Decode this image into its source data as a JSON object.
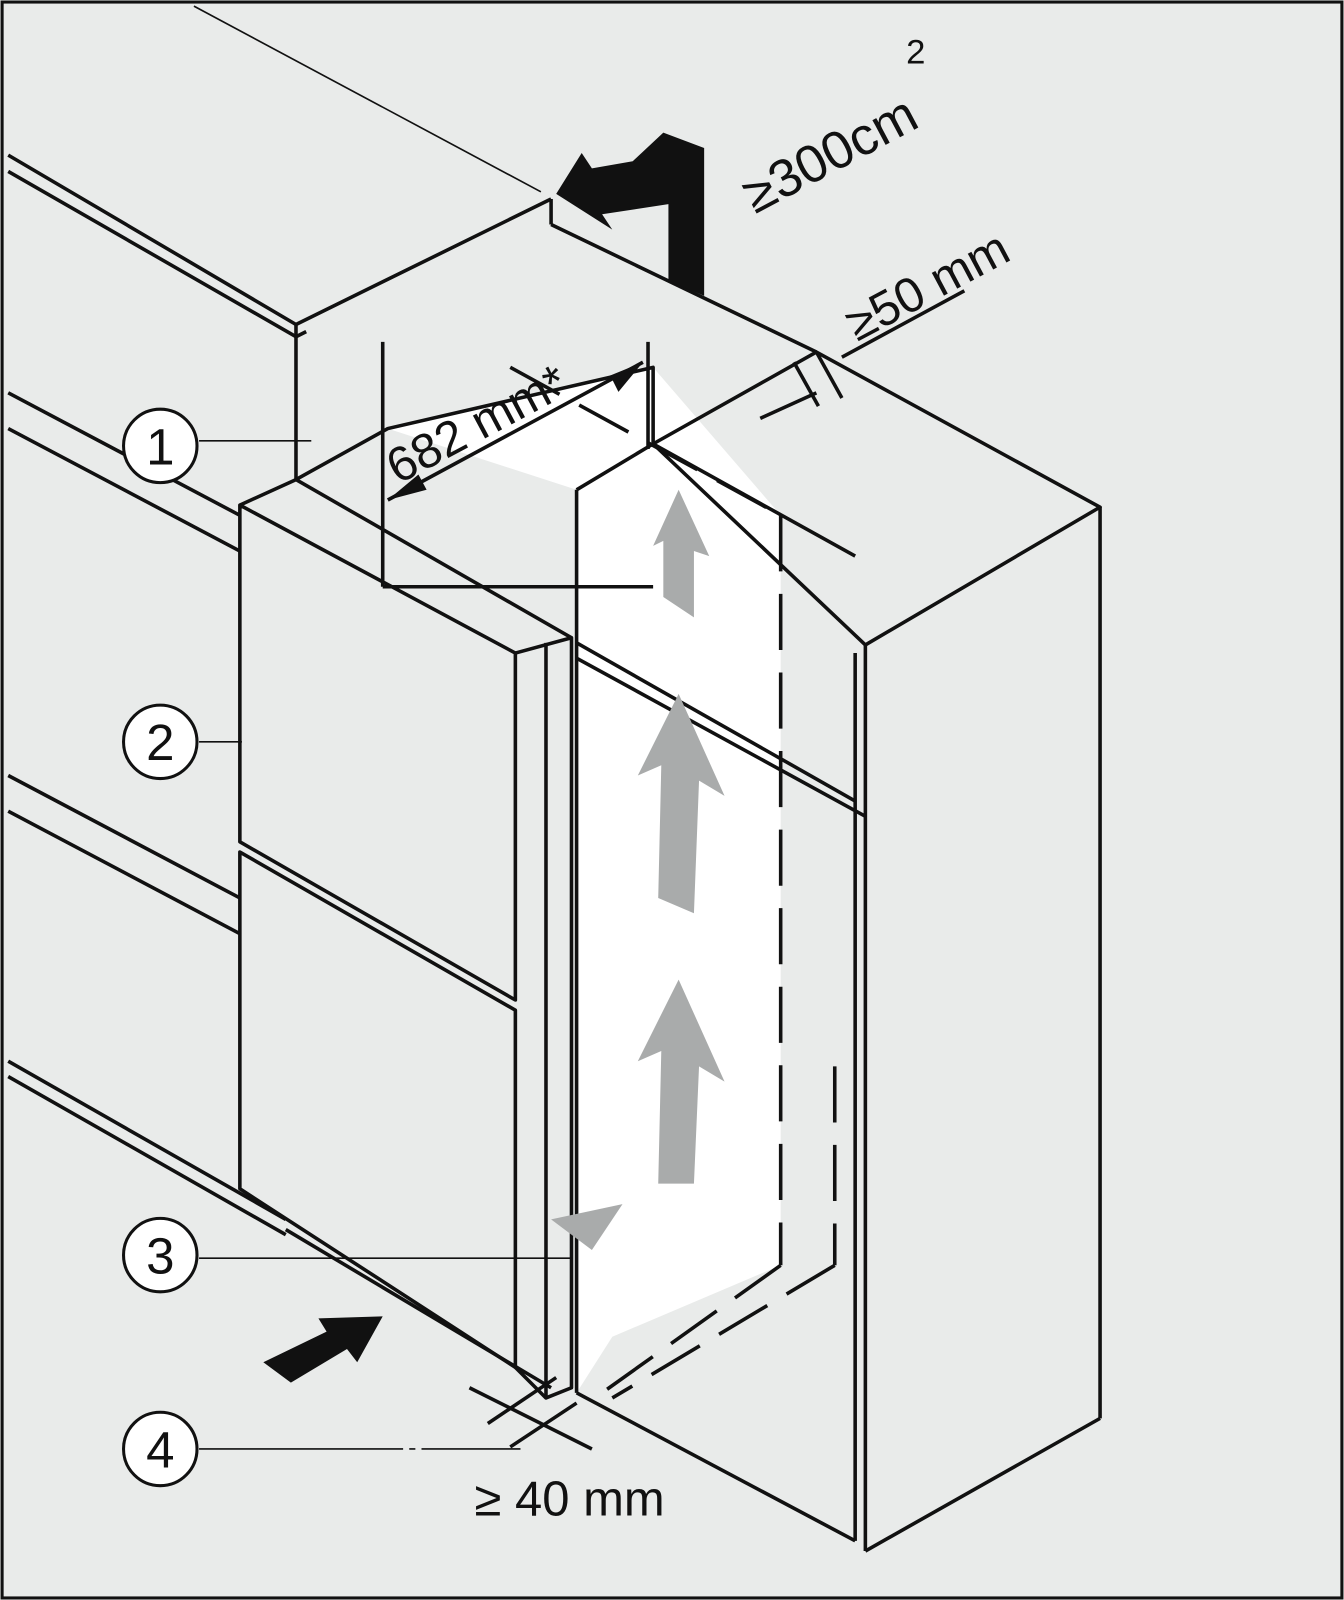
{
  "callouts": [
    "1",
    "2",
    "3",
    "4"
  ],
  "dimensions": {
    "vent_area": "≥300cm",
    "vent_area_exp": "2",
    "top_gap": "≥50 mm",
    "width": "682 mm*",
    "bottom_gap": "≥ 40 mm"
  },
  "colors": {
    "background": "#e9ebea",
    "line": "#111111",
    "airflow": "#a9abab",
    "niche": "#ffffff"
  }
}
